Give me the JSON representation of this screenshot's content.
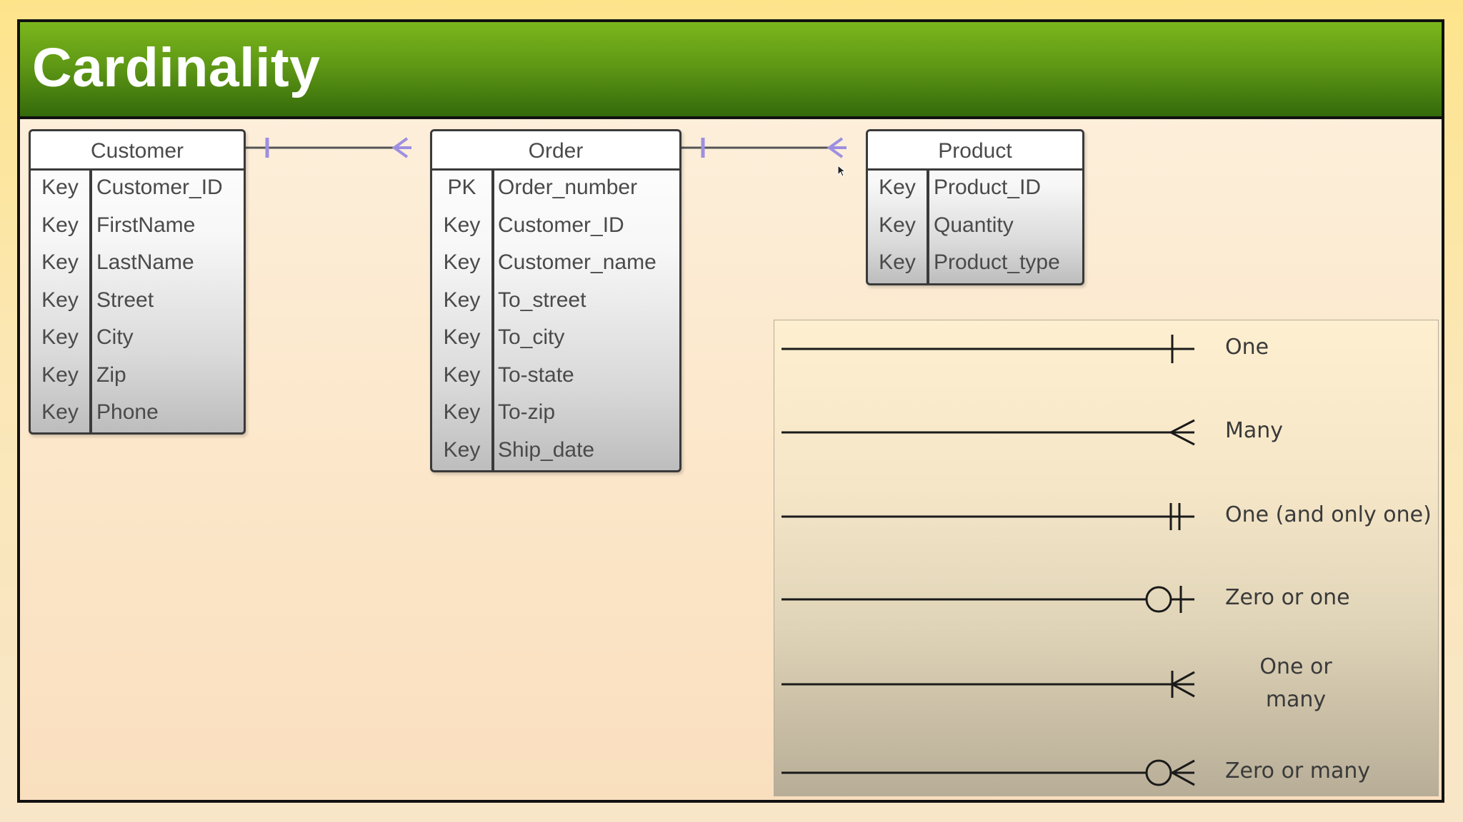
{
  "slide": {
    "title": "Cardinality",
    "header_color": "#5f9915",
    "connector_color": "#9d8fe0"
  },
  "entities": {
    "customer": {
      "name": "Customer",
      "rows": [
        {
          "key": "Key",
          "field": "Customer_ID"
        },
        {
          "key": "Key",
          "field": "FirstName"
        },
        {
          "key": "Key",
          "field": "LastName"
        },
        {
          "key": "Key",
          "field": "Street"
        },
        {
          "key": "Key",
          "field": "City"
        },
        {
          "key": "Key",
          "field": "Zip"
        },
        {
          "key": "Key",
          "field": "Phone"
        }
      ]
    },
    "order": {
      "name": "Order",
      "rows": [
        {
          "key": "PK",
          "field": "Order_number"
        },
        {
          "key": "Key",
          "field": "Customer_ID"
        },
        {
          "key": "Key",
          "field": "Customer_name"
        },
        {
          "key": "Key",
          "field": "To_street"
        },
        {
          "key": "Key",
          "field": "To_city"
        },
        {
          "key": "Key",
          "field": "To-state"
        },
        {
          "key": "Key",
          "field": "To-zip"
        },
        {
          "key": "Key",
          "field": "Ship_date"
        }
      ]
    },
    "product": {
      "name": "Product",
      "rows": [
        {
          "key": "Key",
          "field": "Product_ID"
        },
        {
          "key": "Key",
          "field": "Quantity"
        },
        {
          "key": "Key",
          "field": "Product_type"
        }
      ]
    }
  },
  "relationships": [
    {
      "from": "Customer",
      "to": "Order",
      "from_end": "one",
      "to_end": "many"
    },
    {
      "from": "Order",
      "to": "Product",
      "from_end": "one",
      "to_end": "many"
    }
  ],
  "legend": {
    "items": [
      {
        "notation": "one",
        "label": "One"
      },
      {
        "notation": "many",
        "label": "Many"
      },
      {
        "notation": "one-and-only-one",
        "label": "One (and only one)"
      },
      {
        "notation": "zero-or-one",
        "label": "Zero or one"
      },
      {
        "notation": "one-or-many",
        "label": "One or many"
      },
      {
        "notation": "zero-or-many",
        "label": "Zero or many"
      }
    ]
  }
}
